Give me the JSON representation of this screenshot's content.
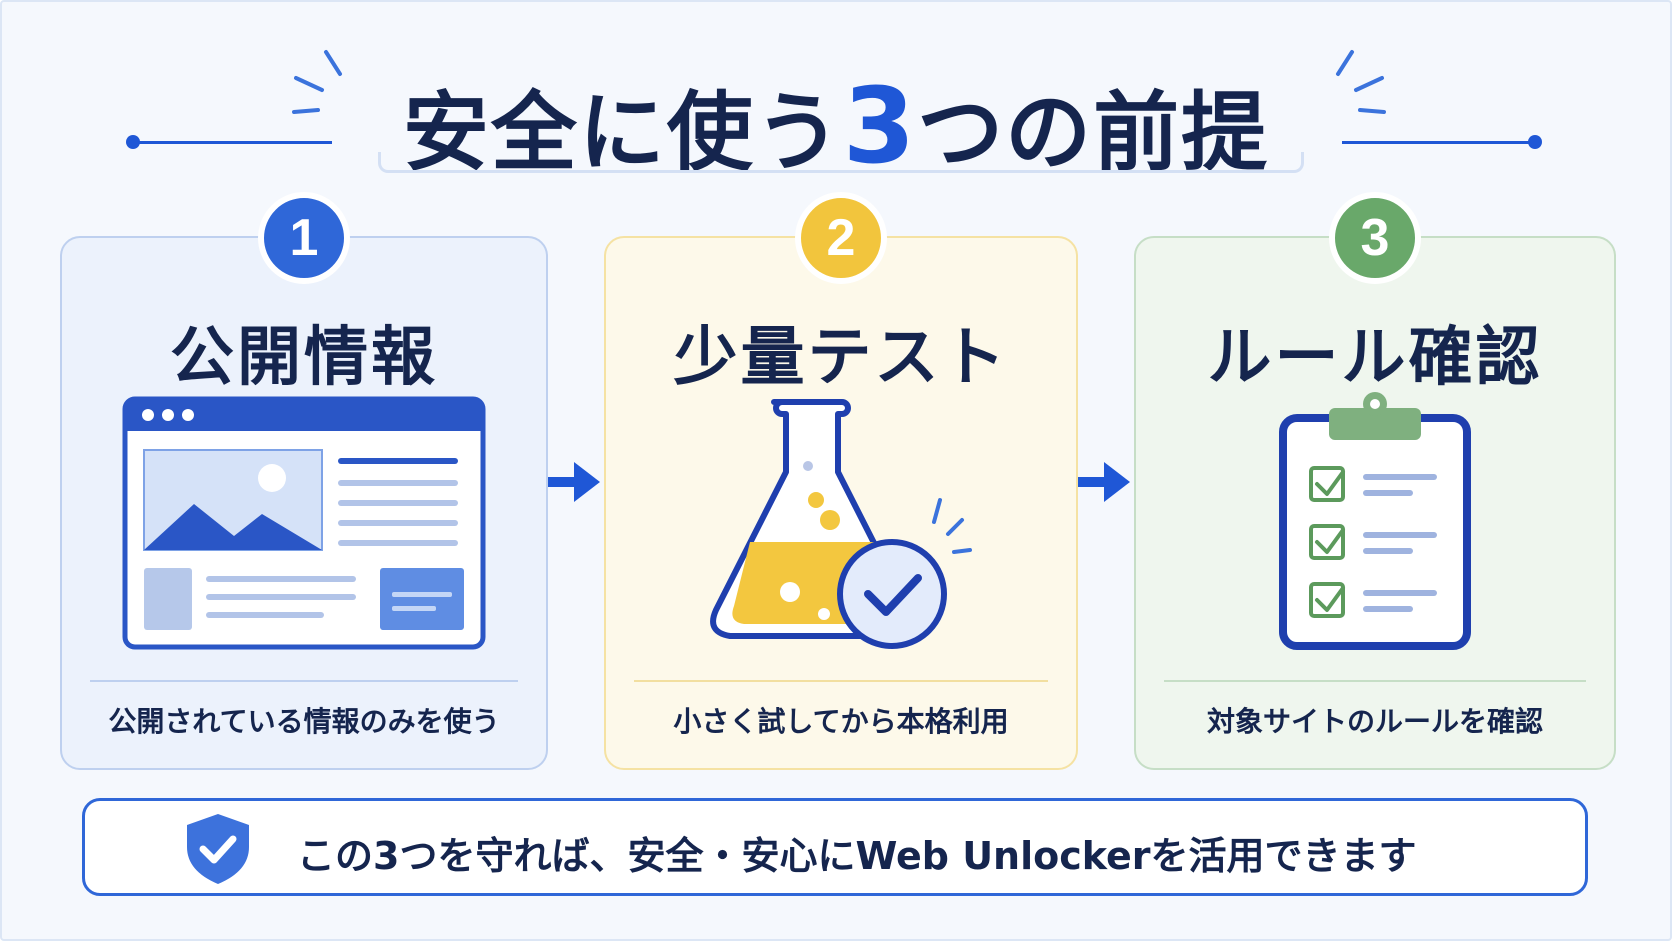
{
  "title": {
    "prefix": "安全に使う",
    "number": "3",
    "suffix": "つの前提"
  },
  "steps": [
    {
      "number": "1",
      "title": "公開情報",
      "caption": "公開されている情報のみを使う",
      "icon": "browser-window-icon",
      "color": "#2f67d8"
    },
    {
      "number": "2",
      "title": "少量テスト",
      "caption": "小さく試してから本格利用",
      "icon": "flask-check-icon",
      "color": "#f2c53d"
    },
    {
      "number": "3",
      "title": "ルール確認",
      "caption": "対象サイトのルールを確認",
      "icon": "clipboard-checklist-icon",
      "color": "#69a86a"
    }
  ],
  "banner": {
    "text": "この3つを守れば、安全・安心にWeb Unlockerを活用できます",
    "icon": "shield-check-icon"
  },
  "colors": {
    "accent": "#1f57d6",
    "text": "#15254e"
  }
}
